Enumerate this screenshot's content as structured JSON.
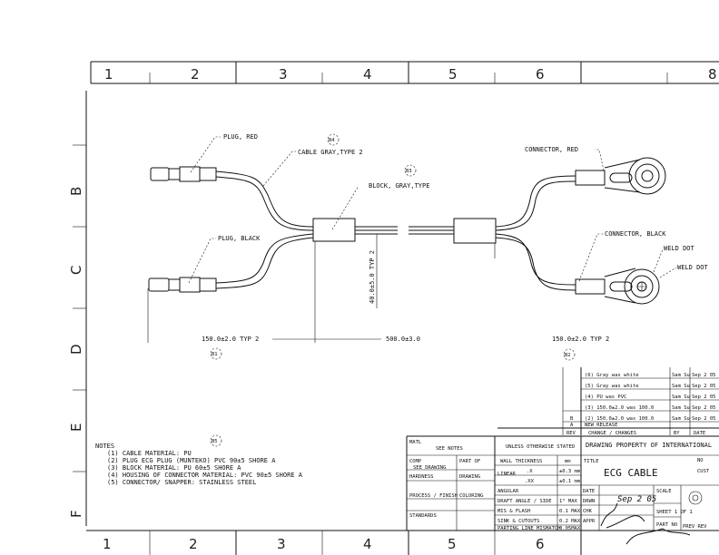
{
  "drawing": {
    "zones_top": [
      "1",
      "2",
      "3",
      "4",
      "5",
      "6",
      "8"
    ],
    "zones_bottom": [
      "1",
      "2",
      "3",
      "4",
      "5",
      "6"
    ],
    "zones_left": [
      "B",
      "C",
      "D",
      "E",
      "F"
    ],
    "callouts": {
      "plug_red": "PLUG, RED",
      "plug_black": "PLUG, BLACK",
      "cable": "CABLE GRAY,TYPE 2",
      "block": "BLOCK, GRAY,TYPE",
      "connector_red": "CONNECTOR, RED",
      "connector_black": "CONNECTOR, BLACK",
      "weld_1": "WELD DOT",
      "weld_2": "WELD DOT",
      "vertical_dim": "40.0±5.0 TYP 2",
      "dim_left": "150.0±2.0 TYP 2",
      "dim_mid": "500.0±3.0",
      "dim_right": "150.0±2.0 TYP 2"
    },
    "balloons": [
      "B1",
      "B2",
      "B3",
      "B4",
      "B5"
    ]
  },
  "notes": {
    "title": "NOTES",
    "items": [
      "(1) CABLE MATERIAL: PU",
      "(2) PLUG ECG PLUG (MUNTEKO) PVC 90±5 SHORE A",
      "(3) BLOCK MATERIAL: PU 60±5 SHORE A",
      "(4) HOUSING OF CONNECTOR MATERIAL: PVC 90±5 SHORE A",
      "(5) CONNECTOR/ SNAPPER: STAINLESS STEEL"
    ]
  },
  "revisions": {
    "rows": [
      {
        "rev": "",
        "desc": "(6) Gray was white",
        "by": "Sam Su",
        "date": "Sep 2 05"
      },
      {
        "rev": "",
        "desc": "(5) Gray was white",
        "by": "Sam Su",
        "date": "Sep 2 05"
      },
      {
        "rev": "",
        "desc": "(4) PU was PVC",
        "by": "Sam Su",
        "date": "Sep 2 05"
      },
      {
        "rev": "",
        "desc": "(3) 150.0±2.0 was 100.0",
        "by": "Sam Su",
        "date": "Sep 2 05"
      },
      {
        "rev": "B",
        "desc": "(2) 150.0±2.0 was 100.0",
        "by": "Sam Su",
        "date": "Sep 2 05"
      },
      {
        "rev": "A",
        "desc": "NEW RELEASE",
        "by": "",
        "date": ""
      }
    ],
    "header": {
      "rev": "REV",
      "desc": "CHANGE / CHANGES",
      "by": "BY",
      "date": "DATE"
    }
  },
  "title_block": {
    "matl": "MATL",
    "see_notes": "SEE NOTES",
    "unless": "UNLESS OTHERWISE STATED",
    "company": "DRAWING PROPERTY OF INTERNATIONAL",
    "comp": "COMP",
    "part_of": "PART OF",
    "see_drawing": "SEE DRAWING",
    "hardness": "HARDNESS",
    "drawing": "DRAWING",
    "wall_thickness": "WALL THICKNESS",
    "mm": "mm",
    "linear": "LINEAR",
    "x": ".X",
    "xx": ".XX",
    "tol1": "±0.3 mm",
    "tol2": "±0.1 mm",
    "angular": "ANGULAR",
    "draft": "DRAFT ANGLE / SIDE",
    "draft_val": "1° MAX",
    "mis_flash": "MIS & FLASH",
    "mis_val": "0.1 MAX",
    "sink": "SINK & CUTOUTS",
    "sink_val": "0.2 MAX",
    "parting": "PARTING LINE MISMATCH",
    "parting_val": "0.05MAX",
    "process": "PROCESS / FINISH",
    "coloring": "COLORING",
    "standards": "STANDARDS",
    "title_label": "TITLE",
    "title": "ECG CABLE",
    "no": "NO",
    "cust": "CUST",
    "drawn": "DRWN",
    "chk": "CHK",
    "appr": "APPR",
    "date_lbl": "DATE",
    "sign_date": "Sep 2 05",
    "scale": "SCALE",
    "sheet": "SHEET 1 OF 1",
    "part_no": "PART NO",
    "prev": "PREV REV"
  }
}
